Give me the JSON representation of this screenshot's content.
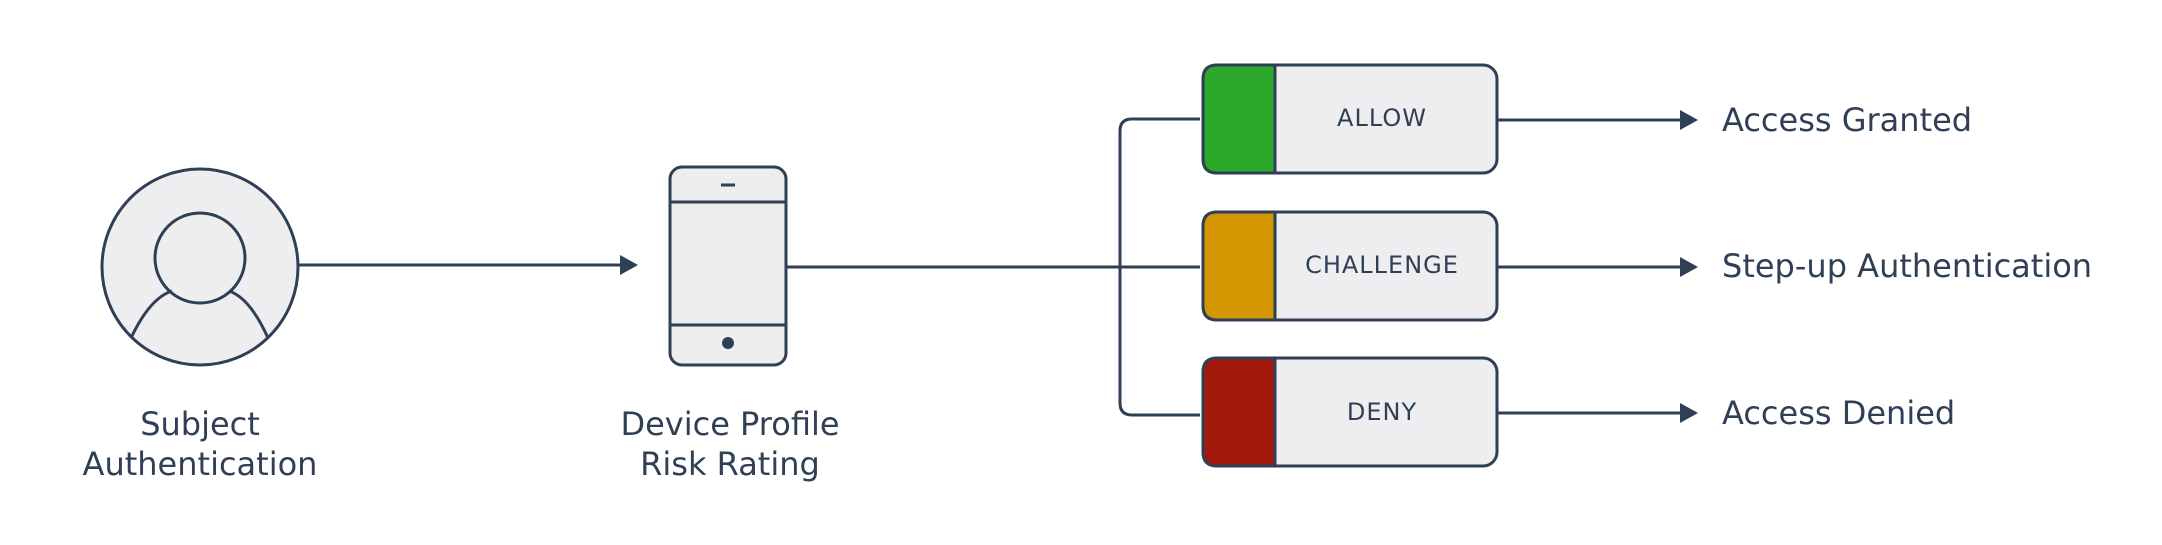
{
  "subject": {
    "label_line1": "Subject",
    "label_line2": "Authentication"
  },
  "device": {
    "label_line1": "Device Profile",
    "label_line2": "Risk Rating"
  },
  "decisions": [
    {
      "label": "ALLOW",
      "color": "#2ca82b",
      "outcome": "Access Granted"
    },
    {
      "label": "CHALLENGE",
      "color": "#d39500",
      "outcome": "Step-up Authentication"
    },
    {
      "label": "DENY",
      "color": "#a31a0d",
      "outcome": "Access Denied"
    }
  ],
  "colors": {
    "stroke": "#2f3f55",
    "box_fill": "#eeeef0"
  }
}
